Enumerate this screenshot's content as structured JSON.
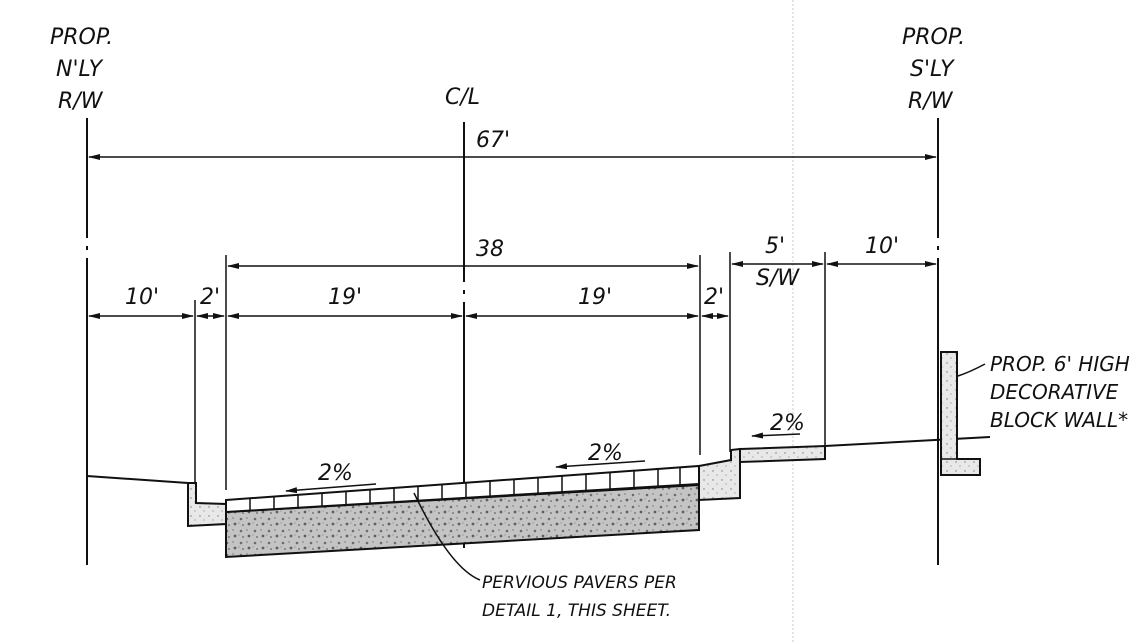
{
  "labels": {
    "north_rw": [
      "PROP.",
      "N'LY",
      "R/W"
    ],
    "south_rw": [
      "PROP.",
      "S'LY",
      "R/W"
    ],
    "centerline": "C/L",
    "overall_width": "67'",
    "roadway_width": "38",
    "north_parkway": "10'",
    "north_curb": "2'",
    "north_half": "19'",
    "south_half": "19'",
    "south_curb": "2'",
    "sidewalk_width": "5'",
    "sidewalk_label": "S/W",
    "south_parkway": "10'",
    "slope_left": "2%",
    "slope_right": "2%",
    "slope_sidewalk": "2%",
    "wall_note": [
      "PROP. 6' HIGH",
      "DECORATIVE",
      "BLOCK WALL*"
    ],
    "pavers_note": [
      "PERVIOUS PAVERS PER",
      "DETAIL 1, THIS SHEET."
    ]
  },
  "colors": {
    "ink": "#111111",
    "aggregate_fill": "#bdbdbd",
    "concrete_fill": "#e6e6e6",
    "paper": "#ffffff"
  }
}
